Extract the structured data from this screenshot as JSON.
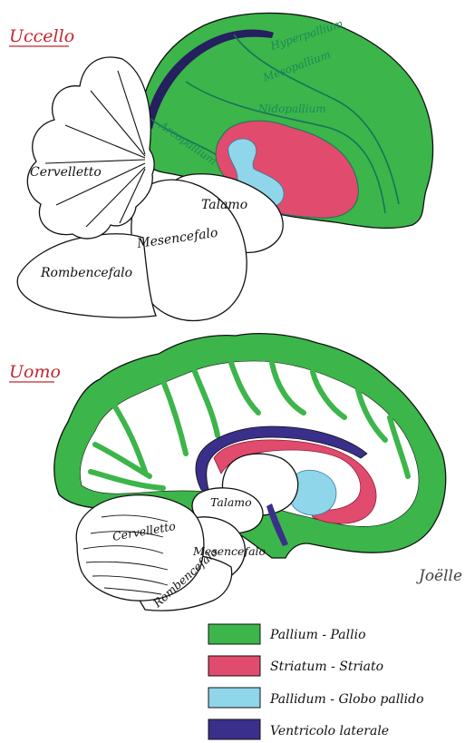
{
  "bird": {
    "title": "Uccello",
    "labels": {
      "cerebellum": "Cervelletto",
      "thalamus": "Talamo",
      "midbrain": "Mesencefalo",
      "hindbrain": "Rombencefalo",
      "hyperpallium": "Hyperpallium",
      "mesopallium": "Mesopallium",
      "nidopallium": "Nidopallium",
      "arcopallium": "Arcopallium"
    }
  },
  "human": {
    "title": "Uomo",
    "labels": {
      "thalamus": "Talamo",
      "cerebellum": "Cervelletto",
      "midbrain": "Mesencefalo",
      "hindbrain": "Rombencefalo"
    }
  },
  "signature": "Joëlle",
  "legend": [
    {
      "label": "Pallium  -  Pallio",
      "color": "#3cb54a"
    },
    {
      "label": "Striatum  -  Striato",
      "color": "#e04b6e"
    },
    {
      "label": "Pallidum  -  Globo pallido",
      "color": "#8fd6ea"
    },
    {
      "label": "Ventricolo  laterale",
      "color": "#3a2f8a"
    }
  ],
  "colors": {
    "pallium": "#3cb54a",
    "striatum": "#e04b6e",
    "pallidum": "#8fd6ea",
    "ventricle": "#3a2f8a",
    "title": "#c1272d"
  }
}
